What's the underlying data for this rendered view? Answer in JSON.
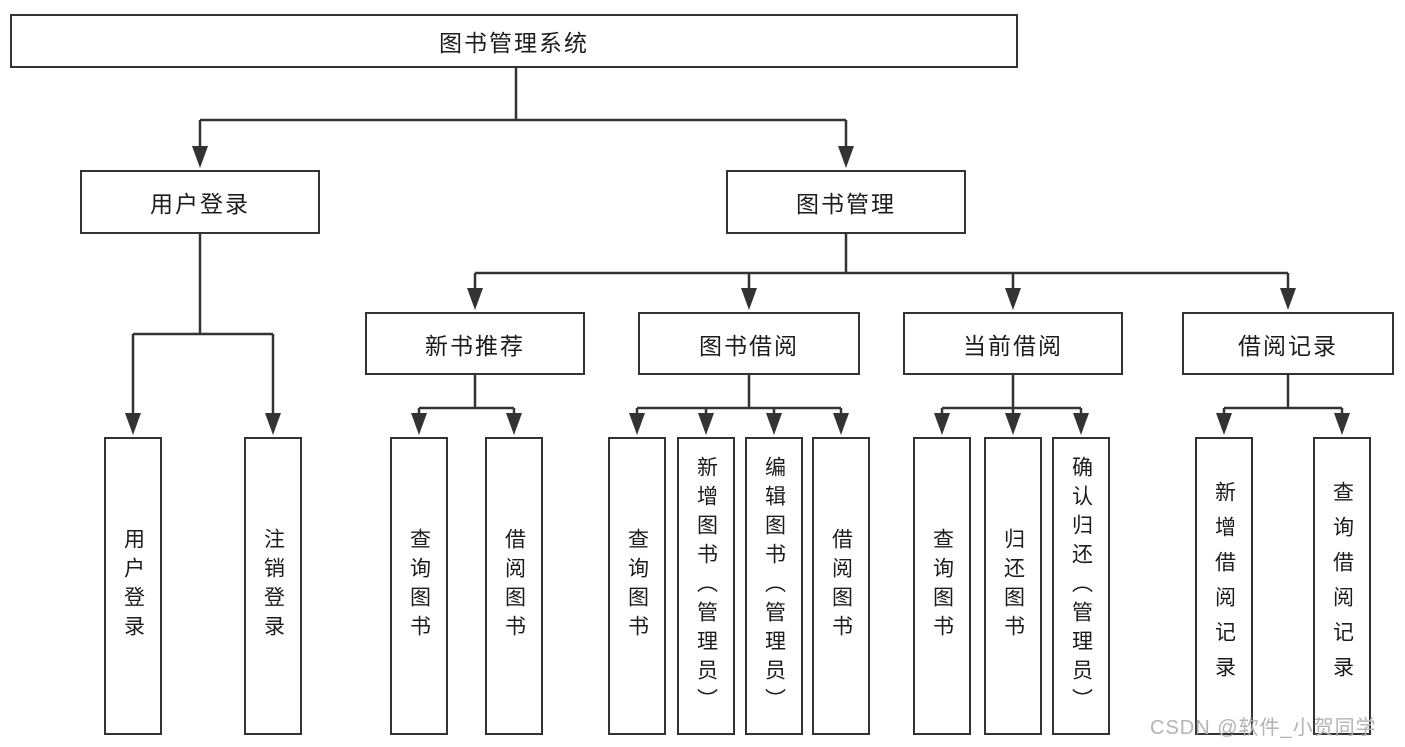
{
  "page": {
    "background": "#ffffff"
  },
  "diagram": {
    "title": "图书管理系统",
    "level2": {
      "user_login": "用户登录",
      "book_mgmt": "图书管理"
    },
    "level3": {
      "new_books": "新书推荐",
      "book_borrow": "图书借阅",
      "current_borrow": "当前借阅",
      "borrow_records": "借阅记录"
    },
    "leaves": {
      "user_login": [
        "用户登录",
        "注销登录"
      ],
      "new_books": [
        "查询图书",
        "借阅图书"
      ],
      "book_borrow": [
        "查询图书",
        "新增图书（管理员）",
        "编辑图书（管理员）",
        "借阅图书"
      ],
      "current_borrow": [
        "查询图书",
        "归还图书",
        "确认归还（管理员）"
      ],
      "borrow_records": [
        "新增借阅记录",
        "查询借阅记录"
      ]
    },
    "colors": {
      "line": "#333333",
      "text": "#1c1c1c",
      "box_fill": "#ffffff",
      "watermark": "#b3b3b3"
    },
    "watermark": "CSDN @软件_小贺同学"
  }
}
